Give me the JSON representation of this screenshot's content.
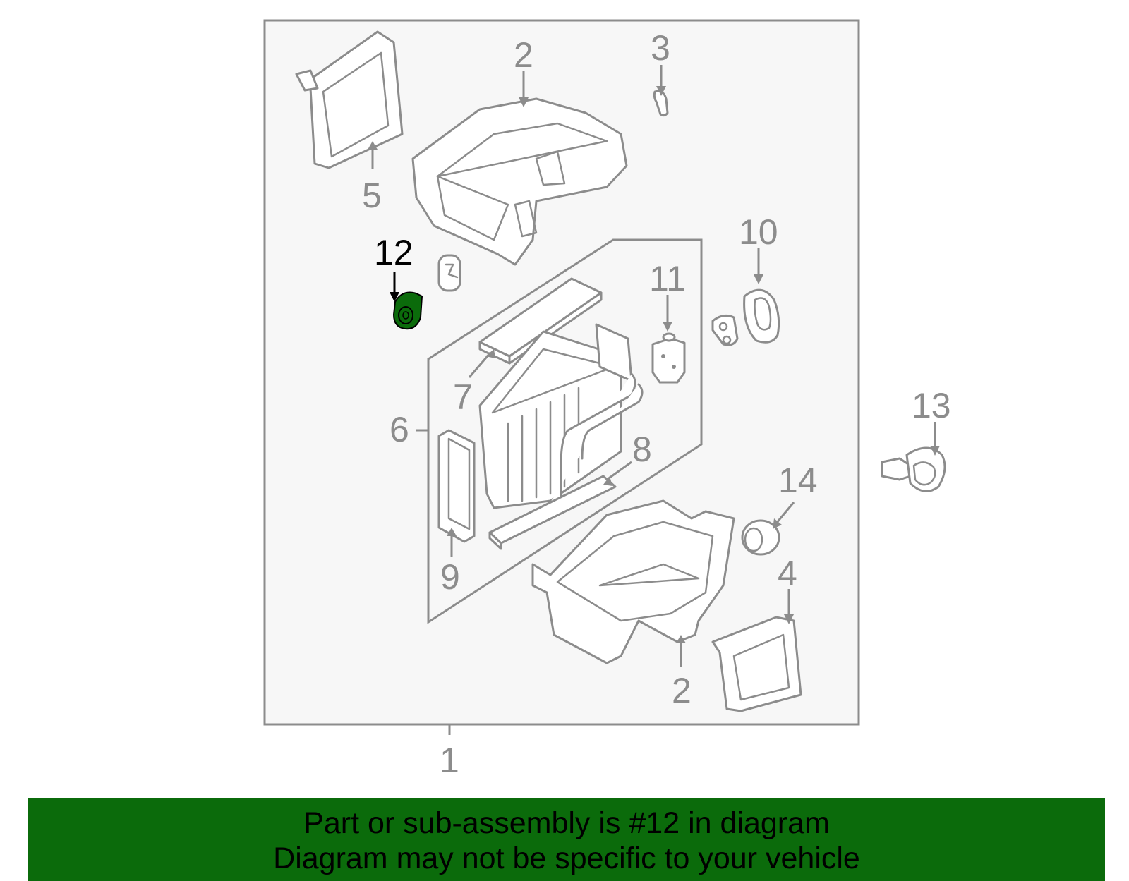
{
  "callouts": {
    "c1": "1",
    "c2a": "2",
    "c2b": "2",
    "c3": "3",
    "c4": "4",
    "c5": "5",
    "c6": "6",
    "c7": "7",
    "c8": "8",
    "c9": "9",
    "c10": "10",
    "c11": "11",
    "c12": "12",
    "c13": "13",
    "c14": "14"
  },
  "highlight": {
    "part": "12",
    "color": "#0b6b0b"
  },
  "banner": {
    "line1": "Part or sub-assembly is #12 in diagram",
    "line2": "Diagram may not be specific to your vehicle",
    "background": "#0b6b0b"
  },
  "colors": {
    "line": "#8c8c8c",
    "panel": "#f7f7f7",
    "highlight_text": "#000000"
  }
}
